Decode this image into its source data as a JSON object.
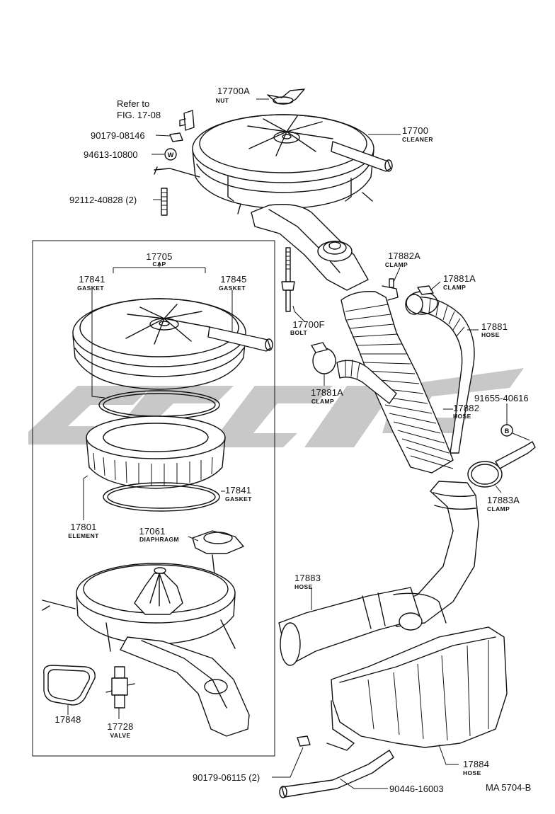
{
  "figure_code": "MA 5704-B",
  "reference": {
    "line1": "Refer to",
    "line2": "FIG. 17-08"
  },
  "parts": {
    "p17700A": {
      "number": "17700A",
      "name": "NUT"
    },
    "p17700": {
      "number": "17700",
      "name": "CLEANER"
    },
    "p90179_08146": {
      "number": "90179-08146"
    },
    "p94613_10800": {
      "number": "94613-10800"
    },
    "p92112_40828": {
      "number": "92112-40828 (2)"
    },
    "p17705": {
      "number": "17705",
      "name": "CAP"
    },
    "p17841_top": {
      "number": "17841",
      "name": "GASKET"
    },
    "p17845": {
      "number": "17845",
      "name": "GASKET"
    },
    "p17841_bottom": {
      "number": "17841",
      "name": "GASKET"
    },
    "p17801": {
      "number": "17801",
      "name": "ELEMENT"
    },
    "p17061": {
      "number": "17061",
      "name": "DIAPHRAGM"
    },
    "p17848": {
      "number": "17848"
    },
    "p17728": {
      "number": "17728",
      "name": "VALVE"
    },
    "p17700F": {
      "number": "17700F",
      "name": "BOLT"
    },
    "p17882A": {
      "number": "17882A",
      "name": "CLAMP"
    },
    "p17881A_right": {
      "number": "17881A",
      "name": "CLAMP"
    },
    "p17881": {
      "number": "17881",
      "name": "HOSE"
    },
    "p17881A_left": {
      "number": "17881A",
      "name": "CLAMP"
    },
    "p91655_40616": {
      "number": "91655-40616"
    },
    "p17882": {
      "number": "17882",
      "name": "HOSE"
    },
    "p17883A": {
      "number": "17883A",
      "name": "CLAMP"
    },
    "p17883": {
      "number": "17883",
      "name": "HOSE"
    },
    "p17884": {
      "number": "17884",
      "name": "HOSE"
    },
    "p90179_06115": {
      "number": "90179-06115 (2)"
    },
    "p90446_16003": {
      "number": "90446-16003"
    }
  },
  "icons": {
    "washer_symbol": "W",
    "bolt_symbol": "B"
  }
}
